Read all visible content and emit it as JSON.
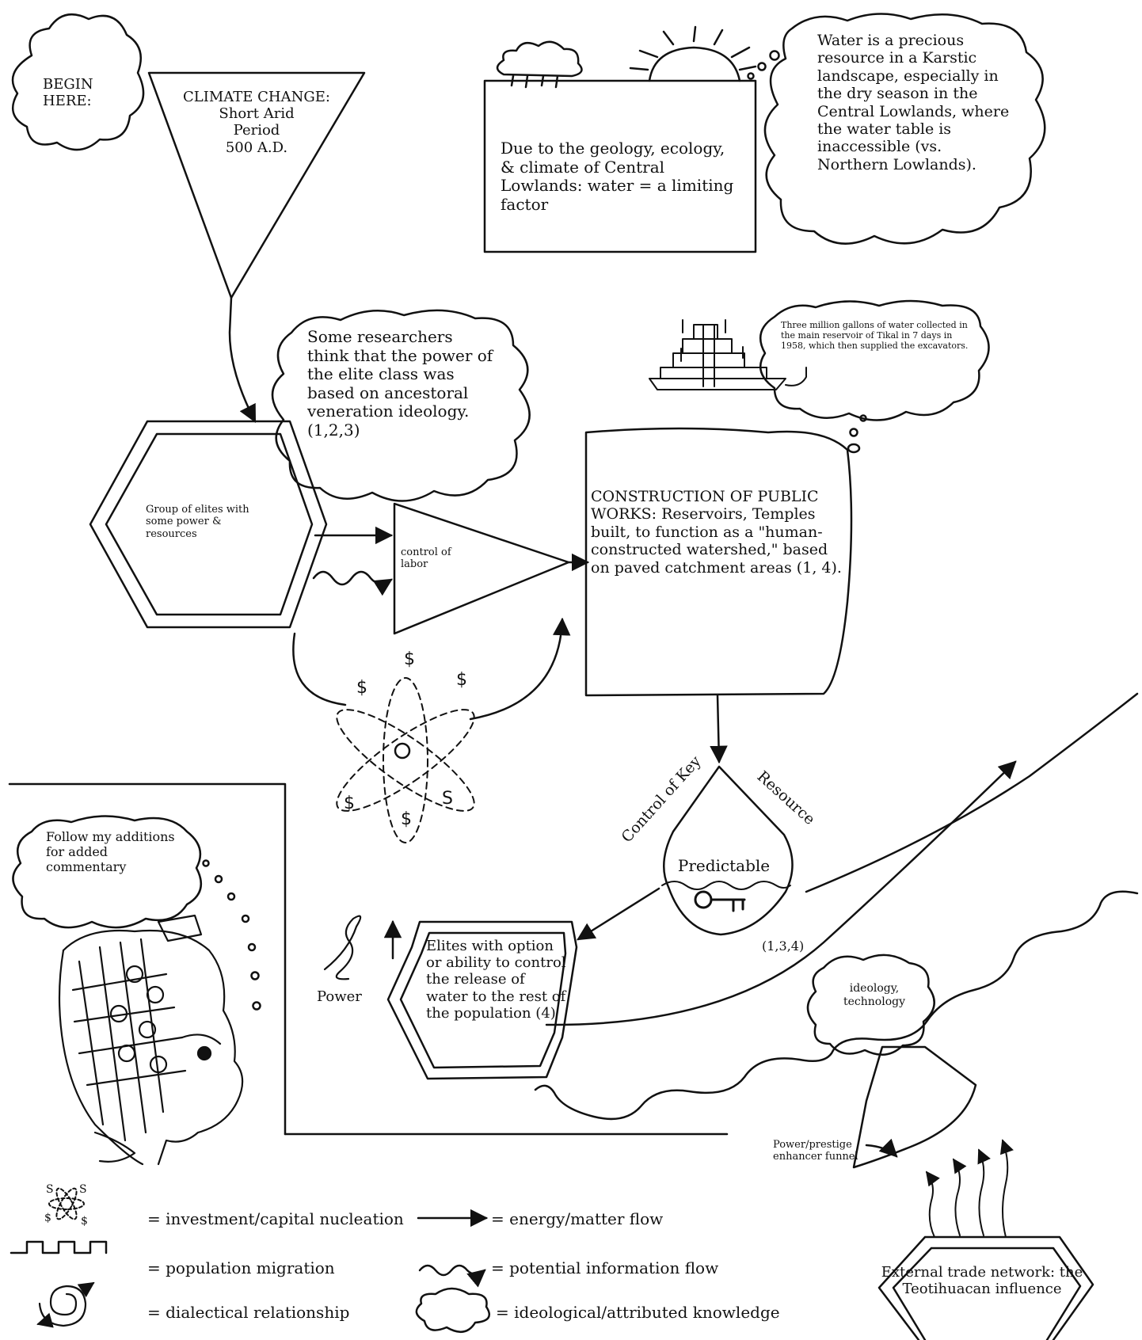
{
  "begin": {
    "line1": "BEGIN",
    "line2": "HERE:"
  },
  "climate": {
    "title": "CLIMATE CHANGE:",
    "line2": "Short Arid",
    "line3": "Period",
    "line4": "500 A.D."
  },
  "water_box": {
    "text": "Due to the geology, ecology, & climate of Central Lowlands: water = a limiting factor"
  },
  "water_cloud": {
    "text": "Water is a precious resource in a Karstic landscape, especially in the dry season in the Central Lowlands, where the water table is inaccessible (vs. Northern Lowlands)."
  },
  "researchers_cloud": {
    "text": "Some researchers think that the power of the elite class was based on ancestoral veneration ideology. (1,2,3)"
  },
  "elites_group": {
    "text": "Group of elites with some power & resources"
  },
  "control_labor": {
    "text": "control of labor"
  },
  "tikal_cloud": {
    "text": "Three million gallons of water collected in the main reservoir of Tikal in 7 days in 1958, which then supplied the excavators."
  },
  "public_works": {
    "text": "CONSTRUCTION OF PUBLIC WORKS: Reservoirs, Temples built, to function as a \"human-constructed watershed,\" based on paved catchment areas (1, 4)."
  },
  "key_resource": {
    "left": "Control of Key",
    "right": "Resource",
    "center": "Predictable",
    "cite": "(1,3,4)"
  },
  "commentary_cloud": {
    "text": "Follow my additions for added commentary"
  },
  "power_label": "Power",
  "elites_release": {
    "text": "Elites with option or ability to control the release of water to the rest of the population (4)"
  },
  "ideology_cloud": {
    "text": "ideology, technology"
  },
  "funnel_label": {
    "text": "Power/prestige enhancer funnel"
  },
  "external_trade": {
    "text": "External trade network: the Teotihuacan influence"
  },
  "legend": {
    "investment": "= investment/capital nucleation",
    "migration": "= population migration",
    "dialectical": "= dialectical relationship",
    "energy": "= energy/matter flow",
    "information": "= potential information flow",
    "ideological": "= ideological/attributed knowledge"
  },
  "symbols": {
    "dollar": "$",
    "s": "S"
  },
  "colors": {
    "ink": "#111111",
    "paper": "#ffffff"
  }
}
